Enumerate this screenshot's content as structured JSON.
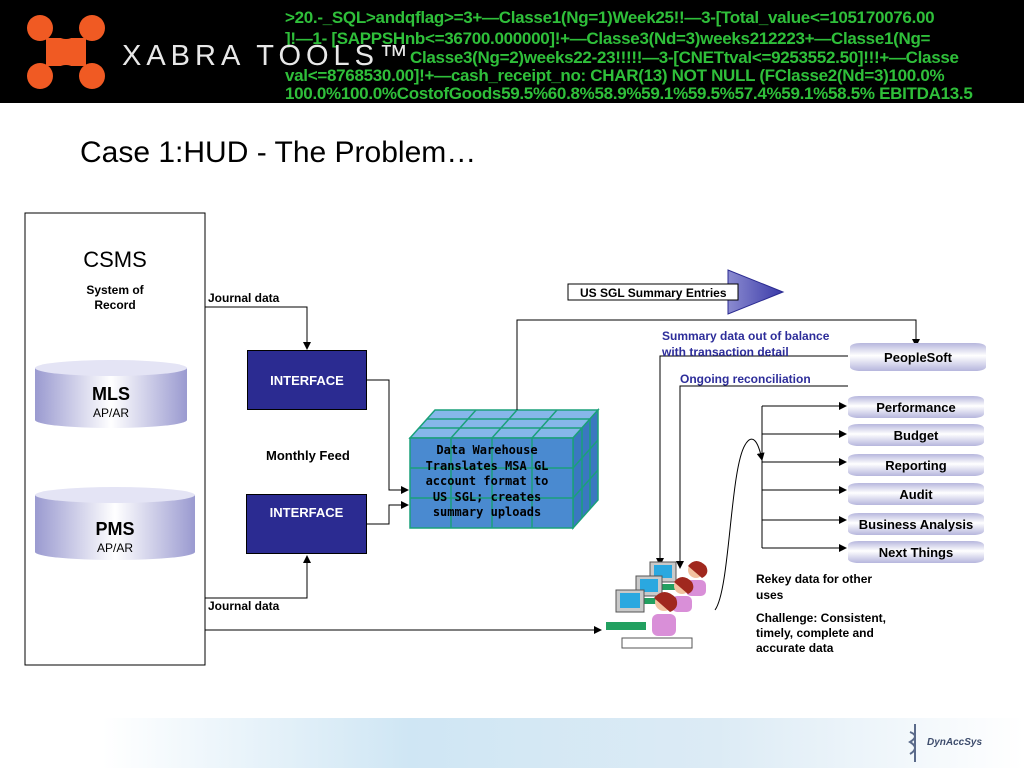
{
  "header": {
    "brand": "XABRA TOOLS™",
    "code_lines": [
      ">20.-_SQL>andqflag>=3+—Classe1(Ng=1)Week25!!—3-[Total_value<=105170076.00",
      "]!—1- [SAPPSHnb<=36700.000000]!+—Classe3(Nd=3)weeks212223+—Classe1(Ng=",
      "Classe3(Ng=2)weeks22-23!!!!!—3-[CNETtval<=9253552.50]!!!+—Classe",
      "val<=8768530.00]!+—cash_receipt_no: CHAR(13) NOT NULL (FClasse2(Nd=3)100.0%",
      "100.0%100.0%CostofGoods59.5%60.8%58.9%59.1%59.5%57.4%59.1%58.5% EBITDA13.5"
    ]
  },
  "title": "Case 1:HUD - The Problem…",
  "csms": {
    "title": "CSMS",
    "subtitle_line1": "System of",
    "subtitle_line2": "Record",
    "mls_label": "MLS",
    "mls_sub": "AP/AR",
    "pms_label": "PMS",
    "pms_sub": "AP/AR"
  },
  "flow": {
    "journal_top": "Journal data",
    "journal_bottom": "Journal data",
    "interface_top": "INTERFACE",
    "interface_bottom": "INTERFACE",
    "monthly_feed": "Monthly Feed",
    "warehouse_lines": [
      "Data Warehouse",
      "Translates MSA GL",
      "account format to",
      "US SGL; creates",
      "summary uploads"
    ],
    "us_sgl_arrow": "US SGL Summary Entries",
    "summary_note_line1": "Summary data out of balance",
    "summary_note_line2": "with transaction detail",
    "reconciliation": "Ongoing reconciliation",
    "peoplesoft": "PeopleSoft",
    "stack_items": [
      "Performance",
      "Budget",
      "Reporting",
      "Audit",
      "Business Analysis",
      "Next Things"
    ],
    "rekey_line1": "Rekey data  for other",
    "rekey_line2": "uses",
    "challenge_line1": "Challenge:  Consistent,",
    "challenge_line2": "timely, complete and",
    "challenge_line3": "accurate data"
  },
  "footer": {
    "logo_text": "DynAccSys"
  },
  "colors": {
    "interface_fill": "#2b2b91",
    "warehouse_fill": "#4a8ad0",
    "accent_orange": "#f05a23",
    "code_green": "#2fbf3a",
    "note_blue": "#2d2d9a"
  },
  "icons": [
    "xabra-logo-icon",
    "workers-at-computers-icon",
    "dynaccsys-logo-icon"
  ]
}
